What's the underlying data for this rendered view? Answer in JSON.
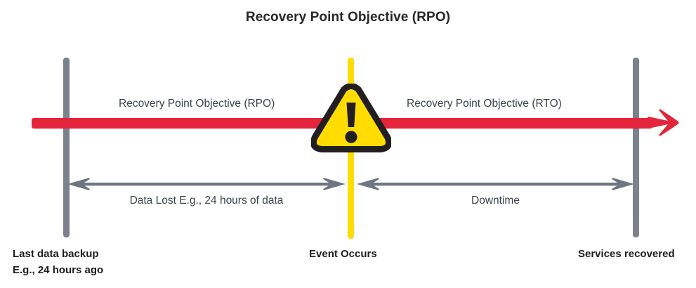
{
  "title": "Recovery Point Objective (RPO)",
  "colors": {
    "timeline_red": "#e4243a",
    "milestone_gray": "#7b828d",
    "event_yellow": "#ffdd00",
    "warning_outline": "#231f20",
    "label_text": "#3b4250",
    "heading_text": "#26262b",
    "background": "#ffffff"
  },
  "timeline": {
    "name": "recovery-timeline",
    "direction": "left-to-right",
    "arrow_at": "right"
  },
  "phases": [
    {
      "id": "rpo",
      "label": "Recovery Point Objective (RPO)",
      "side": "left"
    },
    {
      "id": "rto",
      "label": "Recovery Point Objective (RTO)",
      "side": "right"
    }
  ],
  "measures": [
    {
      "id": "data-lost",
      "caption": "Data Lost E.g., 24 hours of data",
      "from": "Last data backup",
      "to": "Event Occurs"
    },
    {
      "id": "downtime",
      "caption": "Downtime",
      "from": "Event Occurs",
      "to": "Services recovered"
    }
  ],
  "milestones": [
    {
      "id": "last-data-backup",
      "line1": "Last data backup",
      "line2": "E.g., 24 hours ago",
      "marker": "gray-bar"
    },
    {
      "id": "event-occurs",
      "line1": "Event Occurs",
      "line2": "",
      "marker": "yellow-bar"
    },
    {
      "id": "services-recovered",
      "line1": "Services recovered",
      "line2": "",
      "marker": "gray-bar"
    }
  ],
  "icons": {
    "warning": "warning-triangle-exclamation-icon",
    "arrow_right": "red-arrow-right-icon",
    "dim_arrow_left": "dimension-arrow-left-icon",
    "dim_arrow_right": "dimension-arrow-right-icon"
  }
}
